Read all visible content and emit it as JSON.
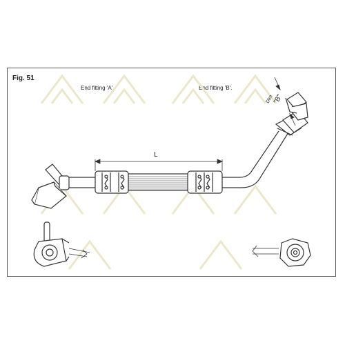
{
  "figure": {
    "label": "Fig. 51"
  },
  "fittings": {
    "end_a_label": "End fitting 'A'.",
    "end_b_label": "End fitting 'B'."
  },
  "dimensions": {
    "length_label": "L",
    "dim_label": "Dim",
    "dim_b_label": "\"B\""
  },
  "colors": {
    "line": "#333333",
    "watermark": "#ece7c9"
  }
}
